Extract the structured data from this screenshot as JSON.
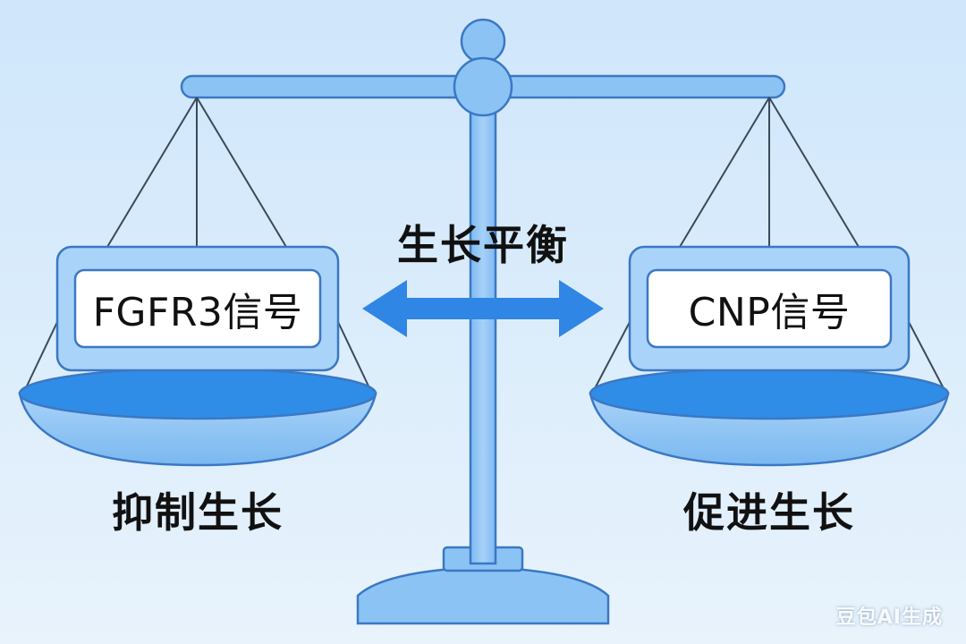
{
  "diagram": {
    "center_label": "生长平衡",
    "left": {
      "signal": "FGFR3信号",
      "effect": "抑制生长"
    },
    "right": {
      "signal": "CNP信号",
      "effect": "促进生长"
    },
    "icons": {
      "balance": "balance-scale-icon",
      "arrow": "double-headed-arrow-icon"
    },
    "colors": {
      "structure_fill": "#8cc3f5",
      "structure_stroke": "#3b78c4",
      "pan_top": "#2f8de8",
      "arrow": "#2f86e4"
    }
  },
  "watermark": "豆包AI生成"
}
